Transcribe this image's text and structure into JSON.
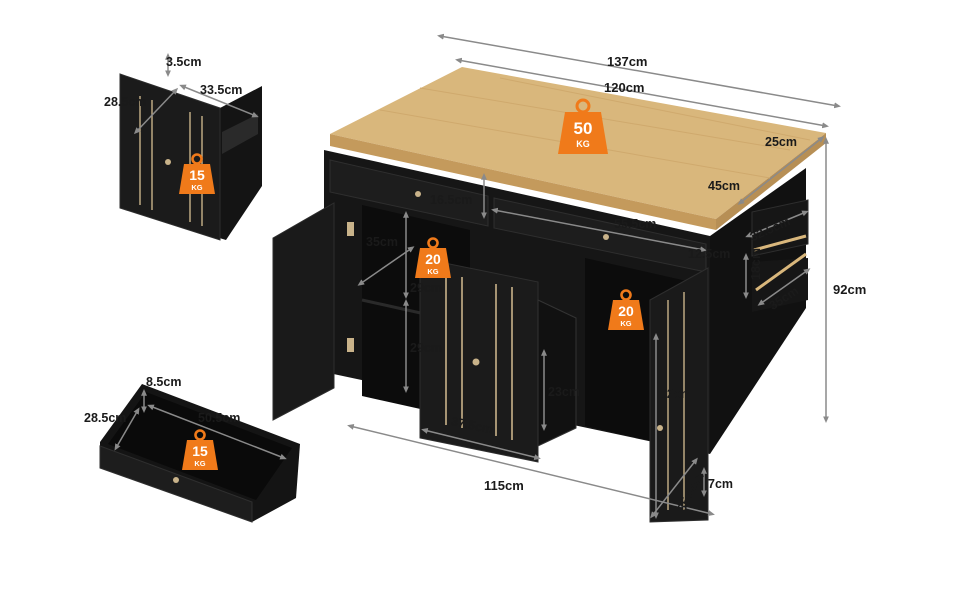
{
  "colors": {
    "cabinet": "#161616",
    "cabinet_edge": "#2b2b2b",
    "top": "#d9b77c",
    "weight_badge": "#f07a1a",
    "dimension_line": "#8a8a8a",
    "hardware": "#c9b38a"
  },
  "dimensions": {
    "overall_length": "137cm",
    "top_length": "120cm",
    "top_width": "25cm",
    "top_depth": "45cm",
    "drawer_height": "16.5cm",
    "drawer_width": "55.5cm",
    "rack_width": "32.5cm",
    "rack_depth": "12.5cm",
    "rack_height": "18cm",
    "rack_length": "35cm",
    "total_height": "92cm",
    "cabinet_depth": "35cm",
    "shelf_upper": "29cm",
    "shelf_lower": "29cm",
    "pullout_height": "23cm",
    "pullout_width": "37.5cm",
    "base_length": "115cm",
    "door_height": "62cm",
    "door_depth": "35.5cm",
    "leg_height": "7cm",
    "pullout_detail_top": "3.5cm",
    "pullout_detail_depth": "28.5cm",
    "pullout_detail_width": "33.5cm",
    "drawer_detail_height": "8.5cm",
    "drawer_detail_depth": "28.5cm",
    "drawer_detail_width": "50.5cm"
  },
  "weights": {
    "top": {
      "value": "50",
      "unit": "KG"
    },
    "shelf": {
      "value": "20",
      "unit": "KG"
    },
    "cabinet_right": {
      "value": "20",
      "unit": "KG"
    },
    "pullout_detail": {
      "value": "15",
      "unit": "KG"
    },
    "drawer_detail": {
      "value": "15",
      "unit": "KG"
    }
  }
}
